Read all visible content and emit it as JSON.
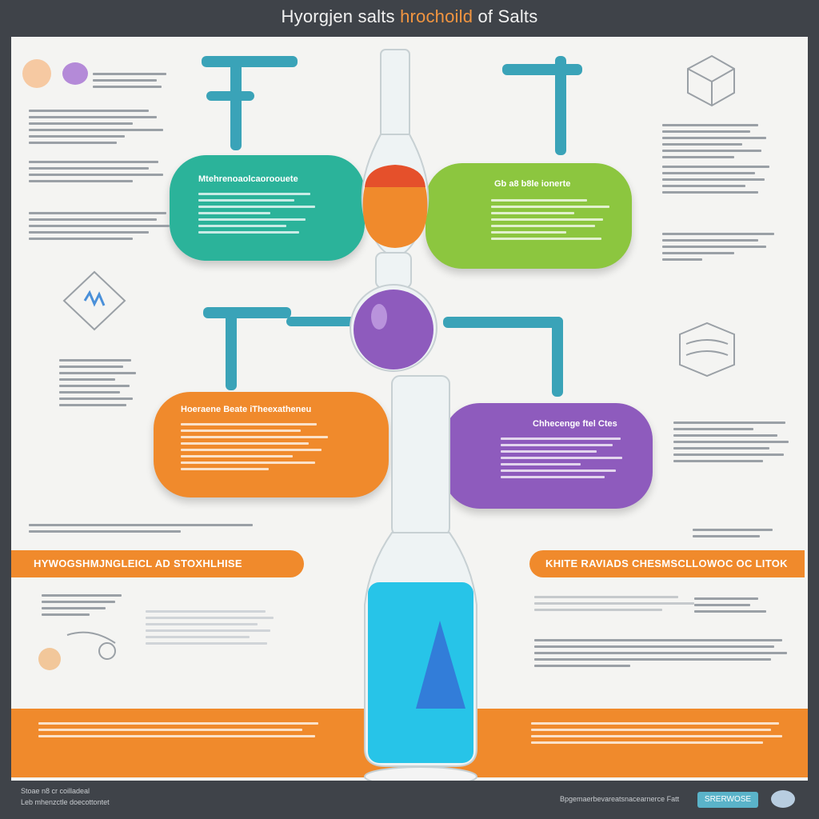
{
  "title": {
    "main": "Hyorgjen salts ",
    "accent": "hrochoild",
    "tail": " of Salts"
  },
  "pills": {
    "teal": {
      "title": "Mtehrenoaolcaoroouete"
    },
    "green": {
      "title": "Gb a8 b8le ionerte"
    },
    "orange": {
      "title": "Hoeraene Beate iTheexatheneu"
    },
    "purple": {
      "title": "Chhecenge ftel Ctes"
    }
  },
  "banners": {
    "left": "HYWOGSHMJNGLEICL AD STOXHLHISE",
    "right": "KHITE RAVIADS CHESMSCLLOWOC OC LITOK"
  },
  "colors": {
    "teal": "#2bb39a",
    "green": "#8cc63f",
    "orange": "#f08a2c",
    "purple": "#8e5bbd",
    "blue_liquid": "#27c4e8",
    "red_liquid": "#e5502b",
    "pipe": "#3aa3b8"
  },
  "footer": {
    "left_text": "Stoae n8 cr coilladeal",
    "left_text2": "Leb mhenzctle doecottontet",
    "right_text": "Bpgemaerbevareatsnacearnerce Fatt",
    "button": "SRERWOSE"
  }
}
